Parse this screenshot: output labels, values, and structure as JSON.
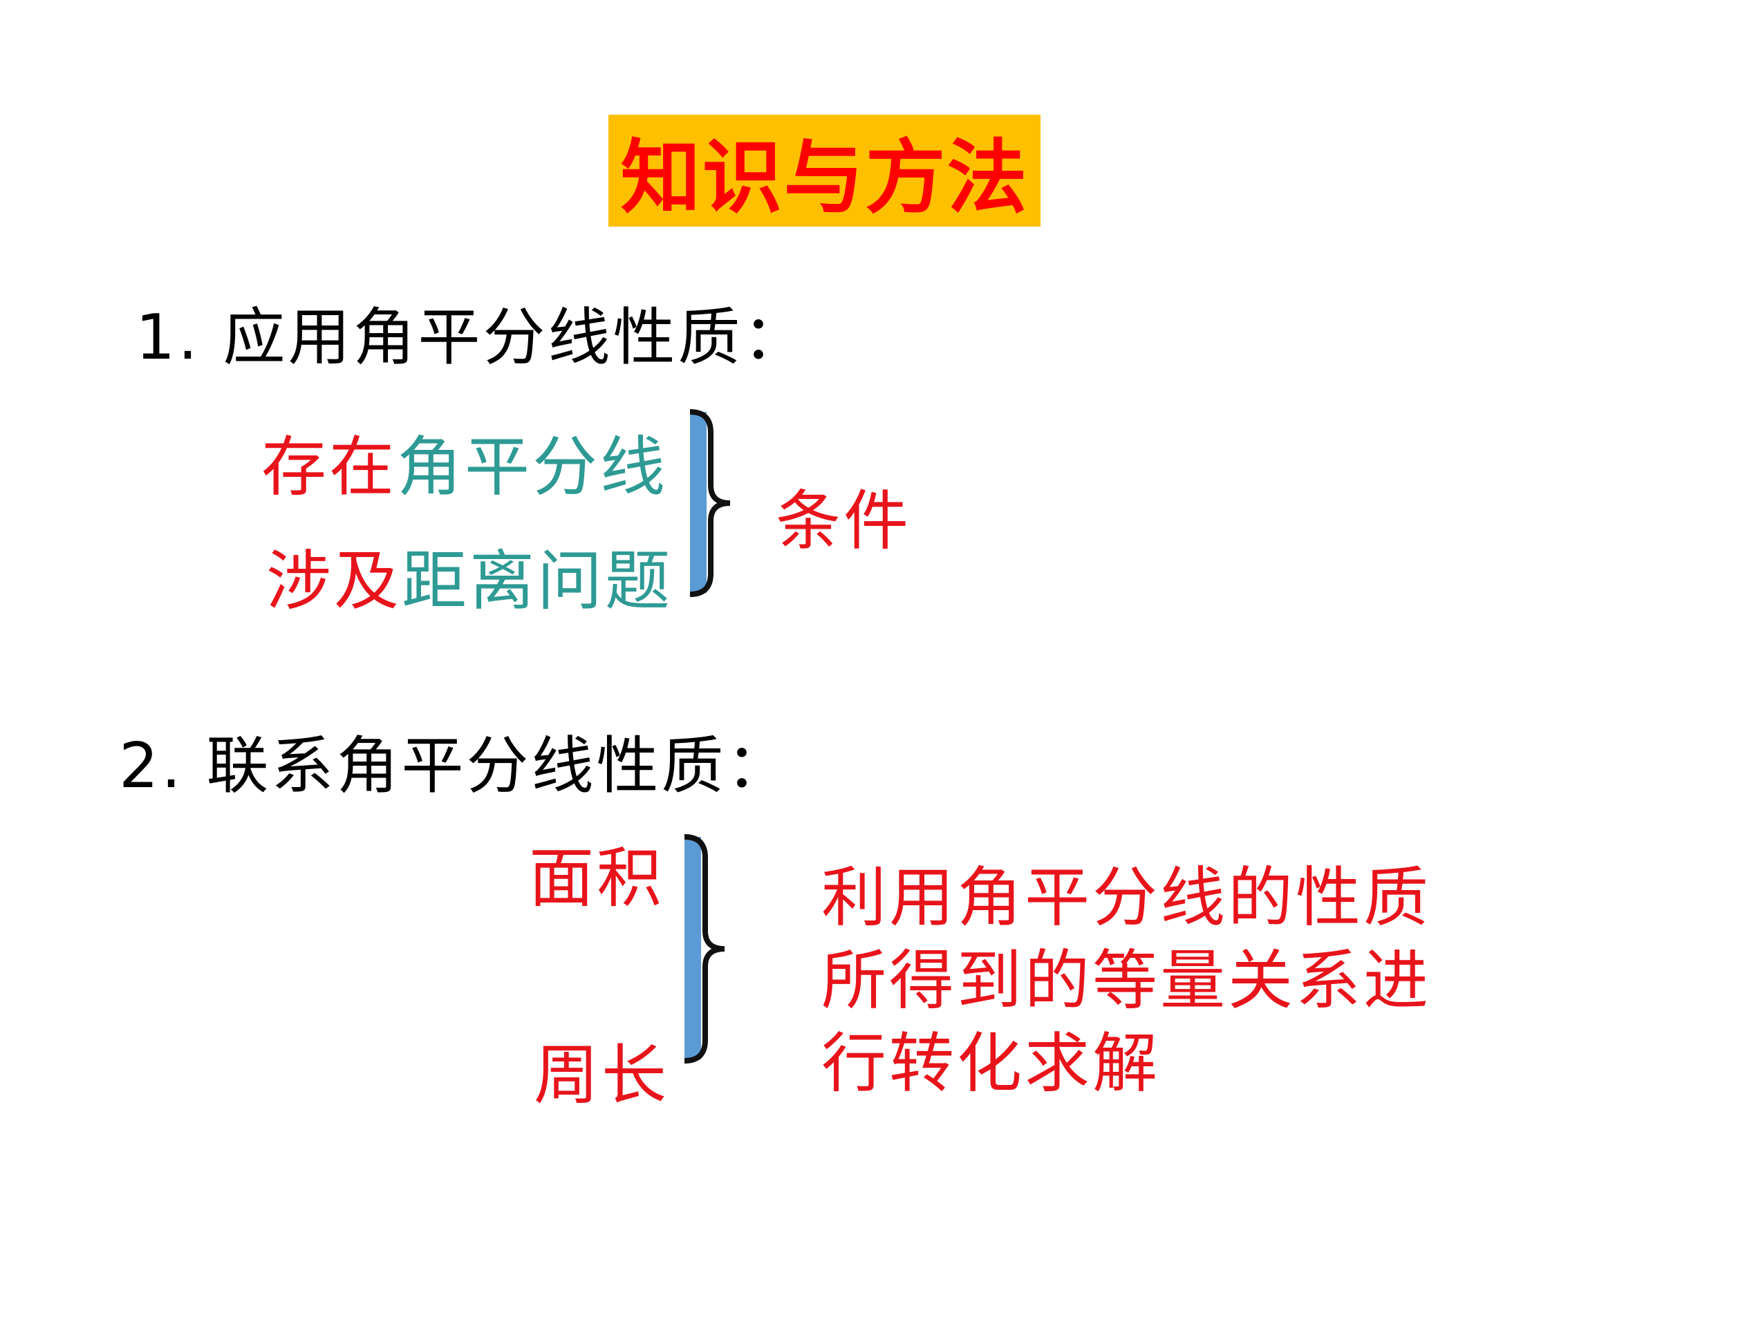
{
  "title": "知识与方法",
  "section1": {
    "number": "1.",
    "heading": "应用角平分线性质：",
    "line1": {
      "part_red": "存在",
      "part_teal": "角平分线"
    },
    "line2": {
      "part_red": "涉及",
      "part_teal": "距离问题"
    },
    "label": "条件"
  },
  "section2": {
    "number": "2.",
    "heading": "联系角平分线性质：",
    "top_item": "面积",
    "bottom_item": "周长",
    "explanation": [
      "利用角平分线的性质",
      "所得到的等量关系进",
      "行转化求解"
    ]
  },
  "colors": {
    "highlight_bg": "#FFC000",
    "title": "#FF0000",
    "emphasis_red": "#E8141B",
    "teal": "#2E9A94",
    "brace_fill": "#5B9BD5"
  }
}
